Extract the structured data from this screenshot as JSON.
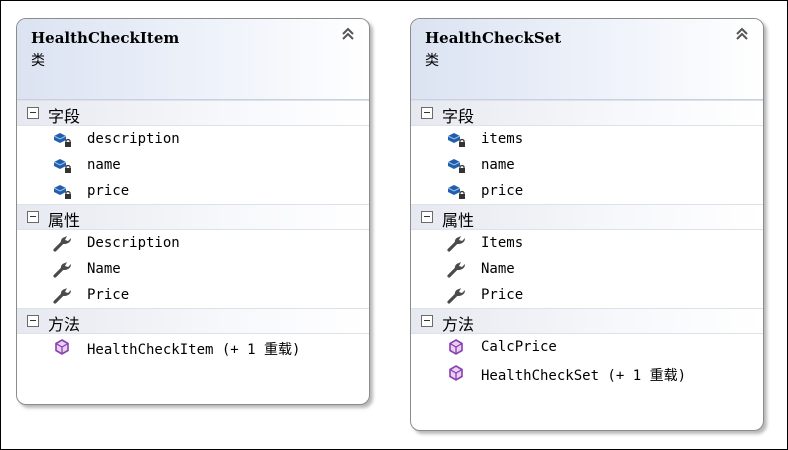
{
  "classes": [
    {
      "name": "HealthCheckItem",
      "kind": "类",
      "sections": [
        {
          "title": "字段",
          "members": [
            {
              "label": "description",
              "icon": "private-field-icon"
            },
            {
              "label": "name",
              "icon": "private-field-icon"
            },
            {
              "label": "price",
              "icon": "private-field-icon"
            }
          ]
        },
        {
          "title": "属性",
          "members": [
            {
              "label": "Description",
              "icon": "property-icon"
            },
            {
              "label": "Name",
              "icon": "property-icon"
            },
            {
              "label": "Price",
              "icon": "property-icon"
            }
          ]
        },
        {
          "title": "方法",
          "members": [
            {
              "label": "HealthCheckItem (+ 1 重载)",
              "icon": "method-icon"
            }
          ]
        }
      ]
    },
    {
      "name": "HealthCheckSet",
      "kind": "类",
      "sections": [
        {
          "title": "字段",
          "members": [
            {
              "label": "items",
              "icon": "private-field-icon"
            },
            {
              "label": "name",
              "icon": "private-field-icon"
            },
            {
              "label": "price",
              "icon": "private-field-icon"
            }
          ]
        },
        {
          "title": "属性",
          "members": [
            {
              "label": "Items",
              "icon": "property-icon"
            },
            {
              "label": "Name",
              "icon": "property-icon"
            },
            {
              "label": "Price",
              "icon": "property-icon"
            }
          ]
        },
        {
          "title": "方法",
          "members": [
            {
              "label": "CalcPrice",
              "icon": "method-icon"
            },
            {
              "label": "HealthCheckSet (+ 1 重载)",
              "icon": "method-icon"
            }
          ]
        }
      ]
    }
  ],
  "colors": {
    "field_icon": "#1f5fae",
    "property_icon": "#4a4a4a",
    "method_icon": "#8a3fb0",
    "header_gradient_start": "#dbe3f2"
  }
}
